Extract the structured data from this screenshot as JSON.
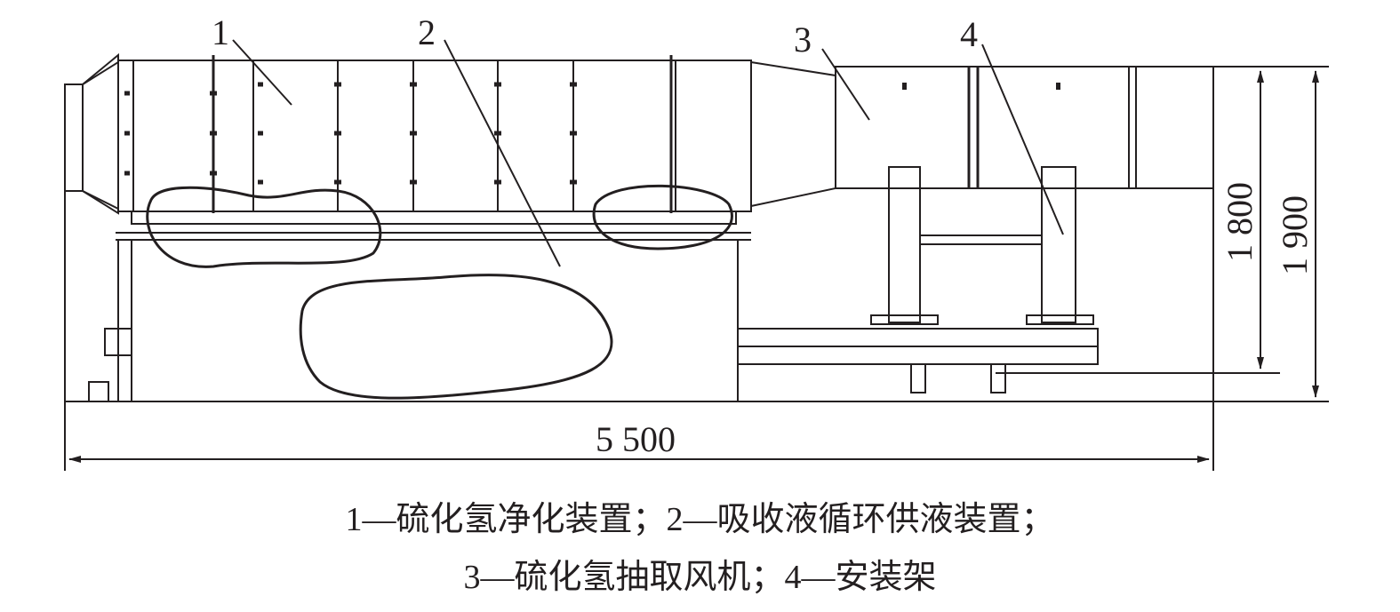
{
  "colors": {
    "ink": "#231f20",
    "background": "#ffffff"
  },
  "callouts": [
    {
      "number": "1"
    },
    {
      "number": "2"
    },
    {
      "number": "3"
    },
    {
      "number": "4"
    }
  ],
  "dimensions": {
    "overall_length": "5 500",
    "height_inner": "1 800",
    "height_outer": "1 900"
  },
  "caption": {
    "line1": "1—硫化氢净化装置；2—吸收液循环供液装置；",
    "line2": "3—硫化氢抽取风机；4—安装架"
  }
}
